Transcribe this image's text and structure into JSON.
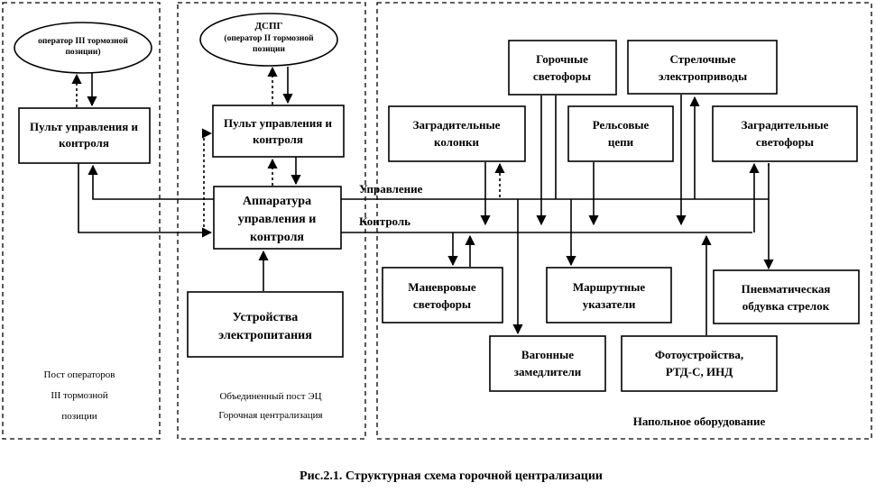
{
  "zones": {
    "left": [
      "Пост операторов",
      "III тормозной",
      "позиции"
    ],
    "middle": [
      "Объединенный пост ЭЦ",
      "Горочная централизация"
    ],
    "right": "Напольное оборудование"
  },
  "nodes": {
    "operator3": [
      "оператор III тормозной",
      "позиции)"
    ],
    "dspg": [
      "ДСПГ",
      "(оператор II тормозной",
      "позиции"
    ],
    "panel_left": [
      "Пульт управления и",
      "контроля"
    ],
    "panel_mid": [
      "Пульт управления и",
      "контроля"
    ],
    "apparatus": [
      "Аппаратура",
      "управления и",
      "контроля"
    ],
    "power": [
      "Устройства",
      "электропитания"
    ],
    "barrier_cols": [
      "Заградительные",
      "колонки"
    ],
    "hump_signals": [
      "Горочные",
      "светофоры"
    ],
    "rail_circuits": [
      "Рельсовые",
      "цепи"
    ],
    "switch_drives": [
      "Стрелочные",
      "электроприводы"
    ],
    "barrier_signals": [
      "Заградительные",
      "светофоры"
    ],
    "shunt_signals": [
      "Маневровые",
      "светофоры"
    ],
    "route_indicators": [
      "Маршрутные",
      "указатели"
    ],
    "pneumatic": [
      "Пневматическая",
      "обдувка стрелок"
    ],
    "retarders": [
      "Вагонные",
      "замедлители"
    ],
    "photo": [
      "Фотоустройства,",
      "РТД-С, ИНД"
    ]
  },
  "buses": {
    "control": "Управление",
    "feedback": "Контроль"
  },
  "caption": "Рис.2.1. Структурная схема горочной централизации"
}
